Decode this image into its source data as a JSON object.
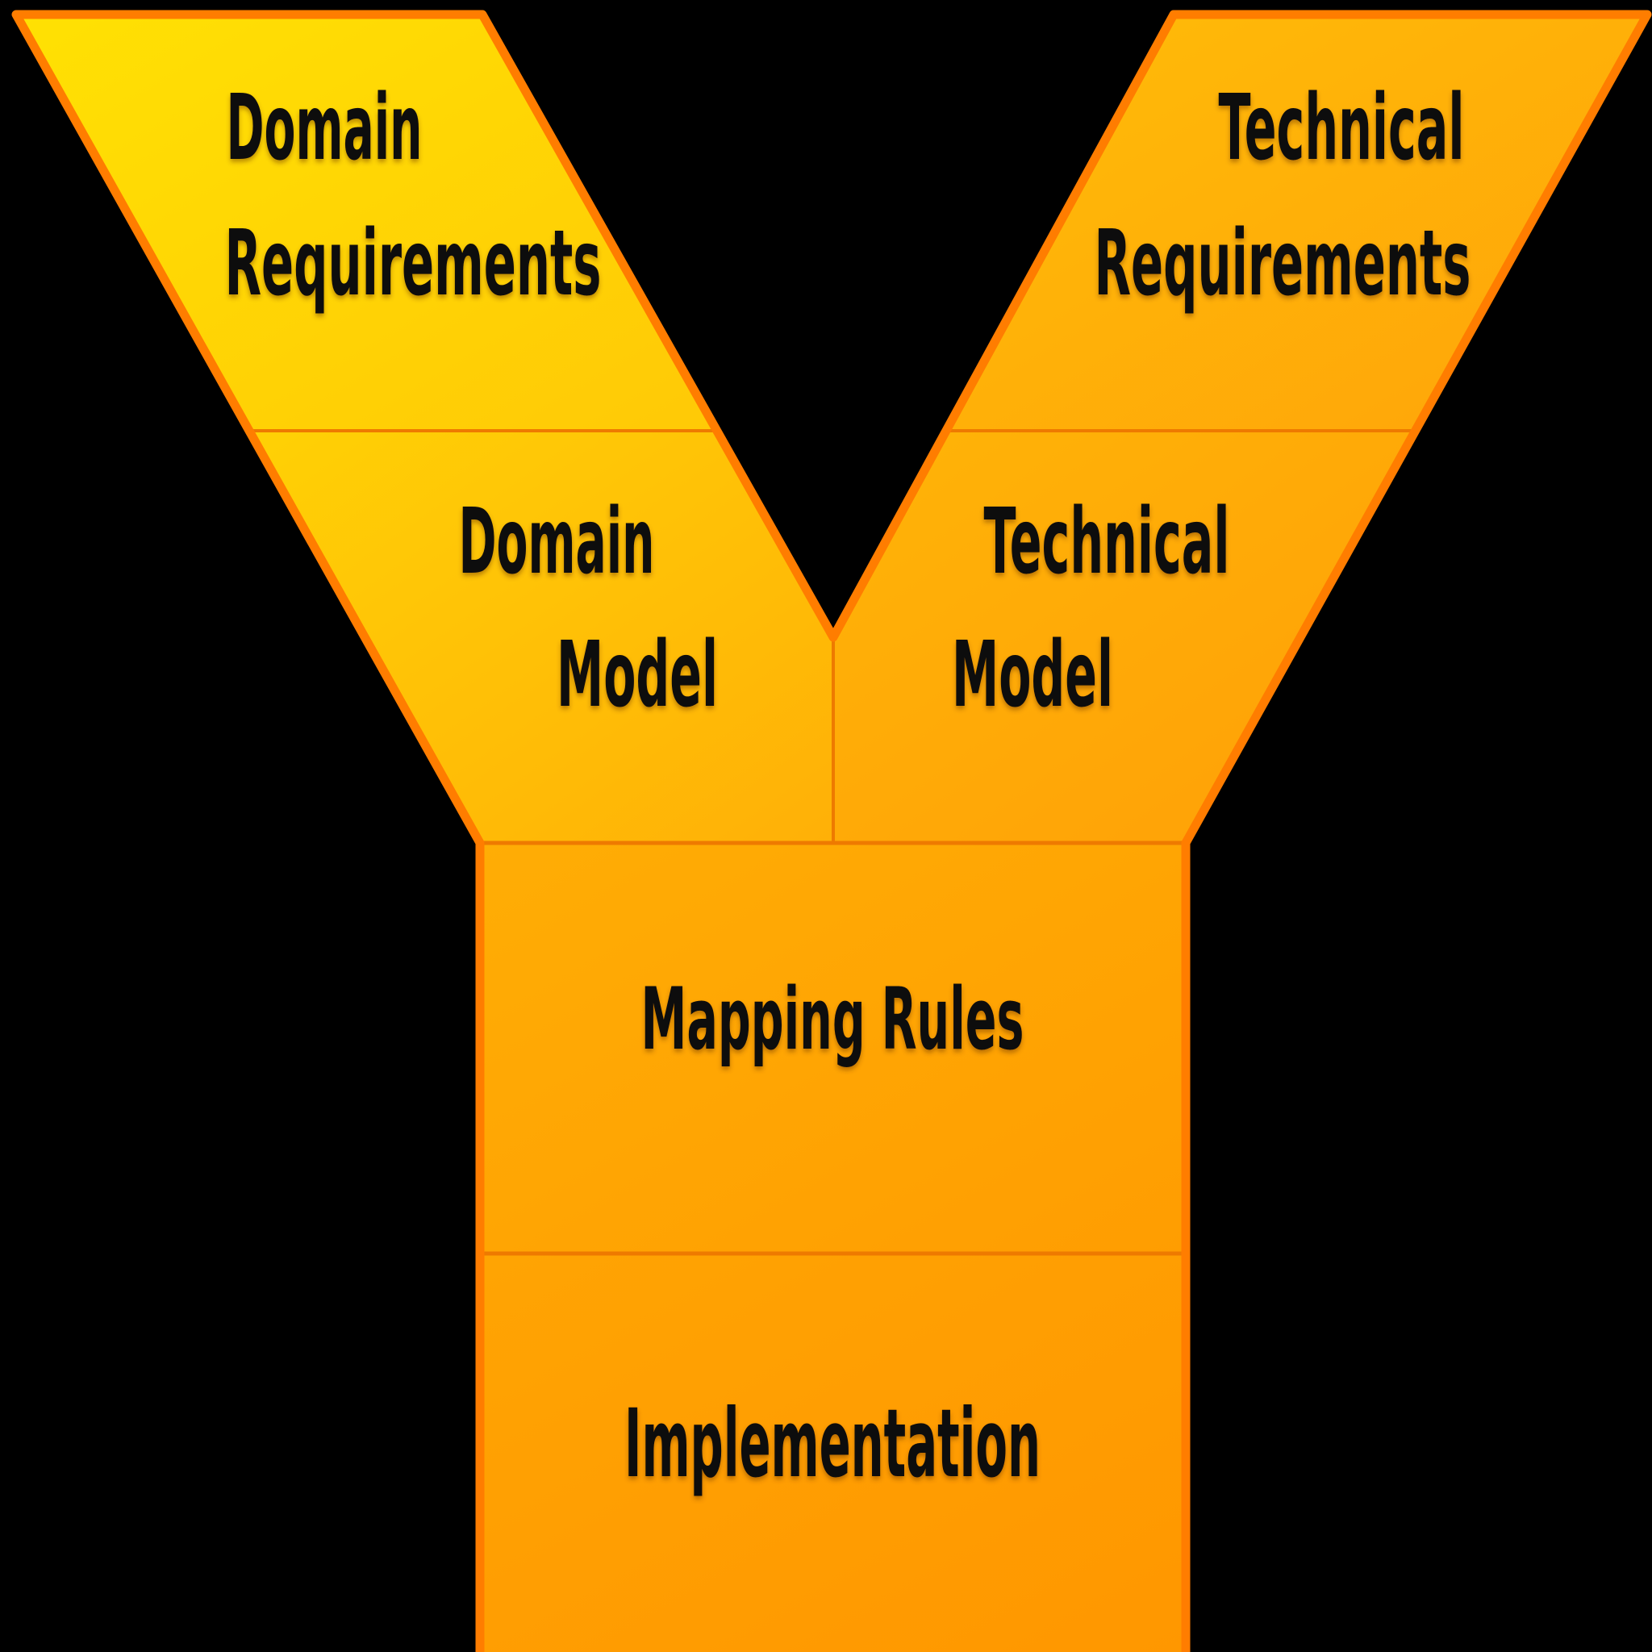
{
  "diagram": {
    "name": "y-model-diagram",
    "sections": {
      "domain_requirements": {
        "line1": "Domain",
        "line2": "Requirements"
      },
      "technical_requirements": {
        "line1": "Technical",
        "line2": "Requirements"
      },
      "domain_model": {
        "line1": "Domain",
        "line2": "Model"
      },
      "technical_model": {
        "line1": "Technical",
        "line2": "Model"
      },
      "mapping_rules": {
        "label": "Mapping Rules"
      },
      "implementation": {
        "label": "Implementation"
      }
    },
    "colors": {
      "background": "#000000",
      "border": "#ff7d00",
      "divider": "#ee7a00",
      "text": "#0e0e0e",
      "domain_requirements_start": "#ffe103",
      "domain_requirements_end": "#ffc906",
      "domain_model_start": "#ffd105",
      "domain_model_end": "#ffb007",
      "technical_requirements_start": "#ffbc08",
      "technical_requirements_end": "#ffa409",
      "technical_model_start": "#ffb407",
      "technical_model_end": "#ff9f07",
      "mapping_rules_start": "#ffad05",
      "mapping_rules_end": "#ff9d01",
      "implementation_start": "#ffa403",
      "implementation_end": "#ff9700"
    }
  }
}
